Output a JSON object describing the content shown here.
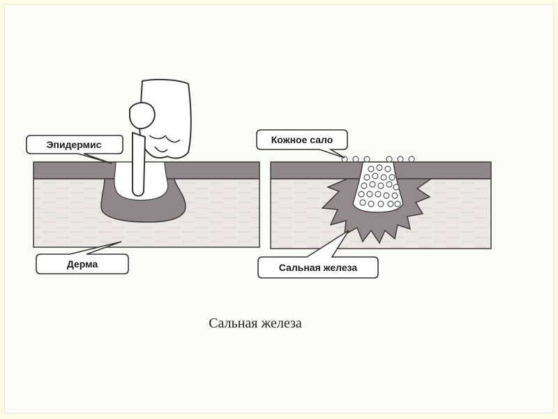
{
  "labels": {
    "epidermis": "Эпидермис",
    "dermis": "Дерма",
    "sebum": "Кожное сало",
    "gland": "Сальная железа"
  },
  "caption": "Сальная железа",
  "colors": {
    "epidermis_band": "#8f8789",
    "dermis_fill": "#ece6e4",
    "gland_fill": "#948a8e",
    "outline": "#3a3a3a",
    "hand_fill": "#ffffff"
  }
}
